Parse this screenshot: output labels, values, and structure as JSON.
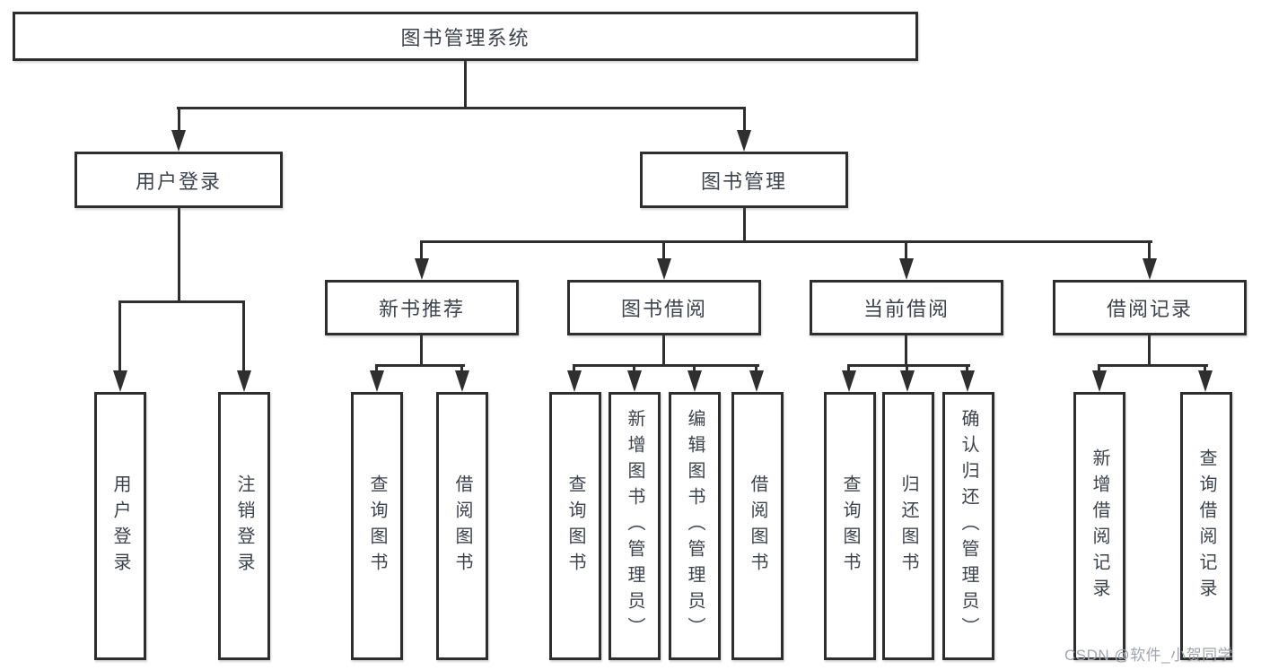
{
  "diagram_title": "图书管理系统",
  "tree": {
    "root": {
      "label": "图书管理系统"
    },
    "level2": [
      {
        "label": "用户登录"
      },
      {
        "label": "图书管理"
      }
    ],
    "level3": [
      {
        "label": "新书推荐",
        "parent": "图书管理"
      },
      {
        "label": "图书借阅",
        "parent": "图书管理"
      },
      {
        "label": "当前借阅",
        "parent": "图书管理"
      },
      {
        "label": "借阅记录",
        "parent": "图书管理"
      }
    ],
    "leaves": [
      {
        "label": "用户登录",
        "parent": "用户登录"
      },
      {
        "label": "注销登录",
        "parent": "用户登录"
      },
      {
        "label": "查询图书",
        "parent": "新书推荐"
      },
      {
        "label": "借阅图书",
        "parent": "新书推荐"
      },
      {
        "label": "查询图书",
        "parent": "图书借阅"
      },
      {
        "label": "新增图书（管理员）",
        "parent": "图书借阅"
      },
      {
        "label": "编辑图书（管理员）",
        "parent": "图书借阅"
      },
      {
        "label": "借阅图书",
        "parent": "图书借阅"
      },
      {
        "label": "查询图书",
        "parent": "当前借阅"
      },
      {
        "label": "归还图书",
        "parent": "当前借阅"
      },
      {
        "label": "确认归还（管理员）",
        "parent": "当前借阅"
      },
      {
        "label": "新增借阅记录",
        "parent": "借阅记录"
      },
      {
        "label": "查询借阅记录",
        "parent": "借阅记录"
      }
    ]
  },
  "watermark": "CSDN @软件_小贺同学",
  "colors": {
    "line": "#2f2f2f",
    "box_border": "#2e2e2e",
    "text": "#3d434d",
    "watermark_text": "#a0a6ad",
    "background": "#ffffff"
  }
}
